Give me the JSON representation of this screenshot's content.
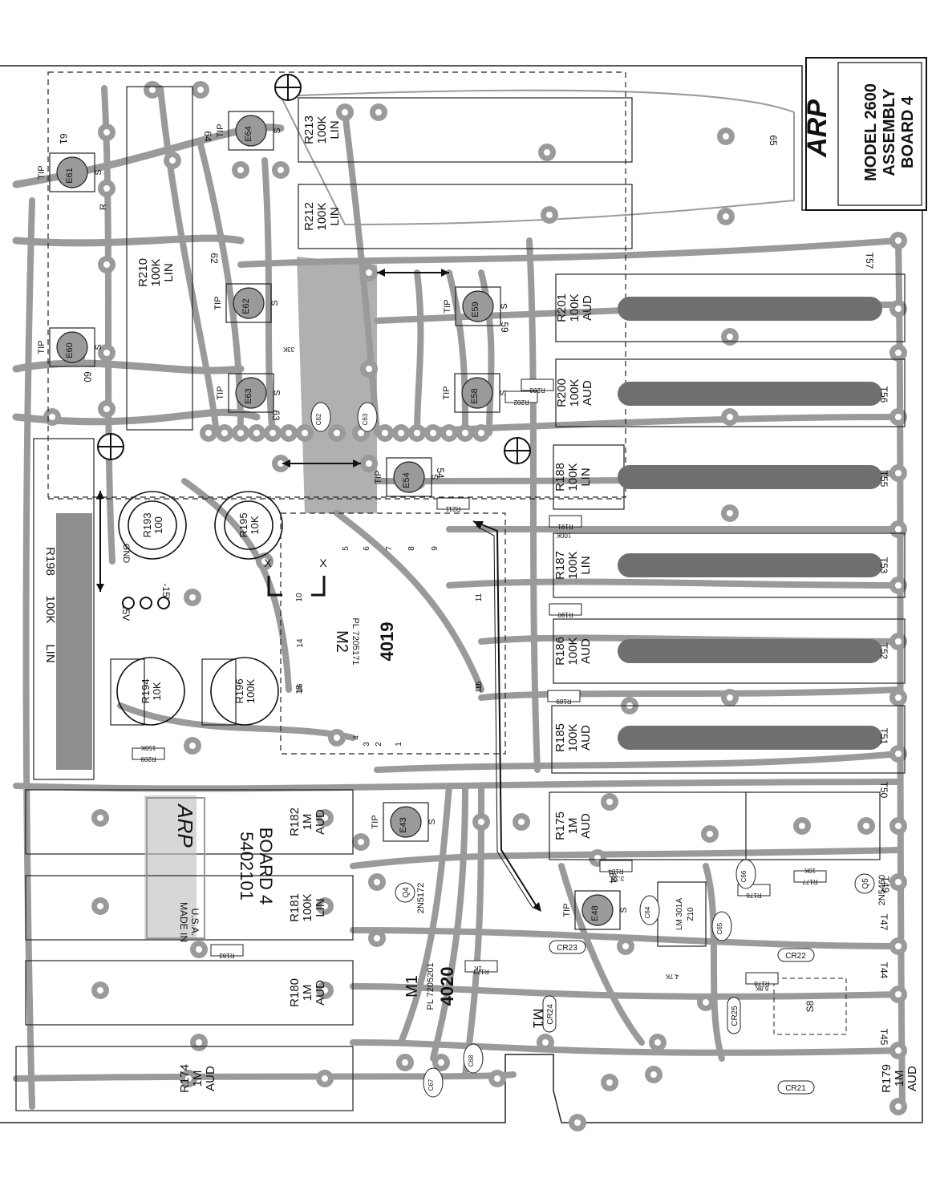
{
  "title_block": {
    "logo": "ARP",
    "lines": [
      "MODEL 2600",
      "ASSEMBLY",
      "BOARD 4"
    ]
  },
  "silkscreen": {
    "part_no": "5402101",
    "board": "BOARD 4",
    "made_in": "MADE IN",
    "country": "U.S.A.",
    "logo": "ARP"
  },
  "potentiometers": [
    {
      "ref": "R213",
      "value": "100K",
      "taper": "LIN"
    },
    {
      "ref": "R212",
      "value": "100K",
      "taper": "LIN"
    },
    {
      "ref": "R210",
      "value": "100K",
      "taper": "LIN"
    },
    {
      "ref": "R201",
      "value": "100K",
      "taper": "AUD"
    },
    {
      "ref": "R200",
      "value": "100K",
      "taper": "AUD"
    },
    {
      "ref": "R188",
      "value": "100K",
      "taper": "LIN"
    },
    {
      "ref": "R187",
      "value": "100K",
      "taper": "LIN"
    },
    {
      "ref": "R186",
      "value": "100K",
      "taper": "AUD"
    },
    {
      "ref": "R185",
      "value": "100K",
      "taper": "AUD"
    },
    {
      "ref": "R175",
      "value": "1M",
      "taper": "AUD"
    },
    {
      "ref": "R182",
      "value": "1M",
      "taper": "AUD"
    },
    {
      "ref": "R181",
      "value": "100K",
      "taper": "LIN"
    },
    {
      "ref": "R180",
      "value": "1M",
      "taper": "AUD"
    },
    {
      "ref": "R174",
      "value": "1M",
      "taper": "AUD"
    },
    {
      "ref": "R179",
      "value": "1M",
      "taper": "AUD"
    },
    {
      "ref": "R198",
      "value": "100K",
      "taper": "LIN"
    }
  ],
  "trimmers": [
    {
      "ref": "R193",
      "value": "100"
    },
    {
      "ref": "R195",
      "value": "10K"
    },
    {
      "ref": "R194",
      "value": "10K"
    },
    {
      "ref": "R196",
      "value": "100K"
    }
  ],
  "jacks": [
    "E64",
    "E61",
    "E62",
    "E60",
    "E63",
    "E59",
    "E58",
    "E54",
    "E43",
    "E48"
  ],
  "jack_labels": {
    "tip": "TIP",
    "sleeve": "S",
    "ring": "R"
  },
  "ics": [
    {
      "ref": "M2",
      "part": "PL 7205171",
      "type": "4019"
    },
    {
      "ref": "M1",
      "part": "PL 7205201",
      "type": "4020"
    },
    {
      "ref": "Z10",
      "part": "LM 301A",
      "type": ""
    }
  ],
  "transistors": [
    "Q4",
    "Q5"
  ],
  "transistor_types": [
    "2N5172",
    "2N5460"
  ],
  "tab_labels": [
    "T57",
    "T56",
    "T55",
    "T53",
    "T52",
    "T51",
    "T50",
    "T49",
    "T47",
    "T44",
    "T45"
  ],
  "diodes": [
    "CR22",
    "CR23",
    "CR24",
    "CR25",
    "CR21"
  ],
  "supply": {
    "plus": "+15V",
    "minus": "-15V",
    "gnd": "GND"
  },
  "cut_marks": [
    "X",
    "X"
  ],
  "resistor_labels": [
    "R209",
    "R191",
    "R190",
    "R189",
    "R184",
    "R177",
    "R183",
    "R176",
    "R173",
    "R178",
    "R202",
    "R203",
    "R211"
  ],
  "resistor_values": [
    "100K",
    "150K",
    "1K",
    "4.7K",
    "3.3K",
    "6.8K",
    "33K",
    "10K"
  ],
  "small_labels": [
    "C62",
    "C63",
    "C64",
    "C65",
    "C66",
    "C67",
    "C68"
  ],
  "chip_pins": [
    "1",
    "2",
    "3",
    "4",
    "5",
    "6",
    "7",
    "8",
    "9",
    "10",
    "11",
    "14",
    "15",
    "16",
    "18",
    "19"
  ],
  "edge_labels": [
    "S8",
    "M1",
    "84",
    "54",
    "62",
    "63",
    "64",
    "65",
    "59",
    "61",
    "60"
  ]
}
